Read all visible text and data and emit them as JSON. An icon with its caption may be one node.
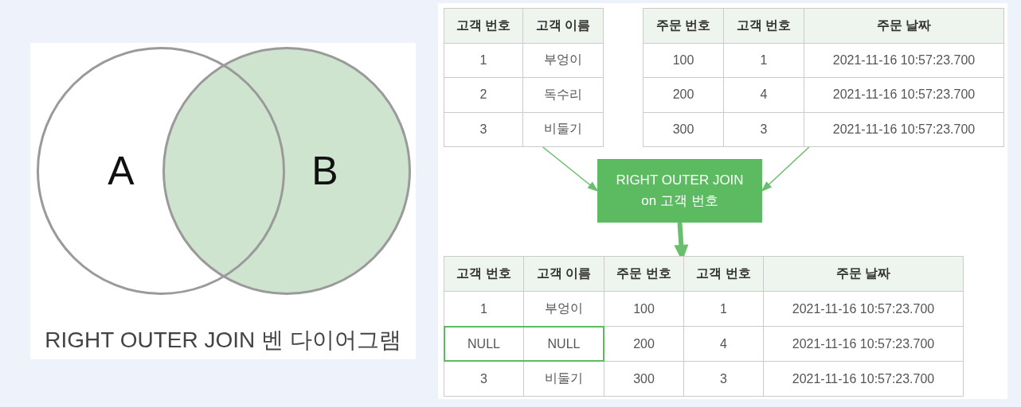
{
  "diagram": {
    "nodes": [
      {
        "text": [
          "RIGHT OUTER JOIN 벤 다이어그램"
        ]
      },
      {
        "text": [
          "A"
        ],
        "in": 0
      },
      {
        "text": [
          "B"
        ],
        "in": 0
      },
      {
        "text": [
          "고객 번호",
          "고객 이름",
          "1",
          "부엉이",
          "2",
          "독수리",
          "3",
          "비둘기"
        ]
      },
      {
        "text": [
          "주문 번호",
          "고객 번호",
          "주문 날짜",
          "100",
          "1",
          "2021-11-16 10:57:23.700",
          "200",
          "4",
          "2021-11-16 10:57:23.700",
          "300",
          "3",
          "2021-11-16 10:57:23.700"
        ]
      },
      {
        "text": [
          "RIGHT OUTER JOIN on 고객 번호"
        ]
      },
      {
        "text": [
          "고객 번호",
          "고객 이름",
          "주문 번호",
          "고객 번호",
          "주문 날짜",
          "1",
          "부엉이",
          "100",
          "1",
          "2021-11-16 10:57:23.700",
          "NULL",
          "NULL",
          "200",
          "4",
          "2021-11-16 10:57:23.700",
          "3",
          "비둘기",
          "300",
          "3",
          "2021-11-16 10:57:23.700"
        ]
      }
    ],
    "edges": [
      {
        "from": 3,
        "to": 5,
        "arrow": "to"
      },
      {
        "from": 4,
        "to": 5,
        "arrow": "to"
      },
      {
        "from": 5,
        "to": 6,
        "arrow": "to",
        "style": "thick"
      }
    ]
  }
}
